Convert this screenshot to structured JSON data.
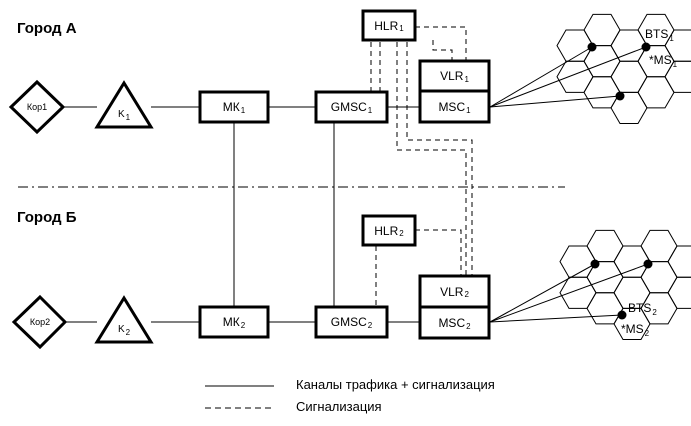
{
  "cities": {
    "a": "Город А",
    "b": "Город Б"
  },
  "nodes": {
    "kor1": "Кор1",
    "kor2": "Кор2",
    "k1": "K",
    "k1_sub": "1",
    "k2": "K",
    "k2_sub": "2",
    "mk1": "МК",
    "mk1_sub": "1",
    "mk2": "МК",
    "mk2_sub": "2",
    "gmsc1": "GMSC",
    "gmsc1_sub": "1",
    "gmsc2": "GMSC",
    "gmsc2_sub": "2",
    "hlr1": "HLR",
    "hlr1_sub": "1",
    "hlr2": "HLR",
    "hlr2_sub": "2",
    "vlr1": "VLR",
    "vlr1_sub": "1",
    "vlr2": "VLR",
    "vlr2_sub": "2",
    "msc1": "MSC",
    "msc1_sub": "1",
    "msc2": "MSC",
    "msc2_sub": "2",
    "bts1": "BTS",
    "bts1_sub": "1",
    "bts2": "BTS",
    "bts2_sub": "2",
    "ms1": "MS",
    "ms1_sub": "1",
    "ms2": "MS",
    "ms2_sub": "2"
  },
  "legend": {
    "solid": "Каналы трафика + сигнализация",
    "dashed": "Сигнализация"
  }
}
